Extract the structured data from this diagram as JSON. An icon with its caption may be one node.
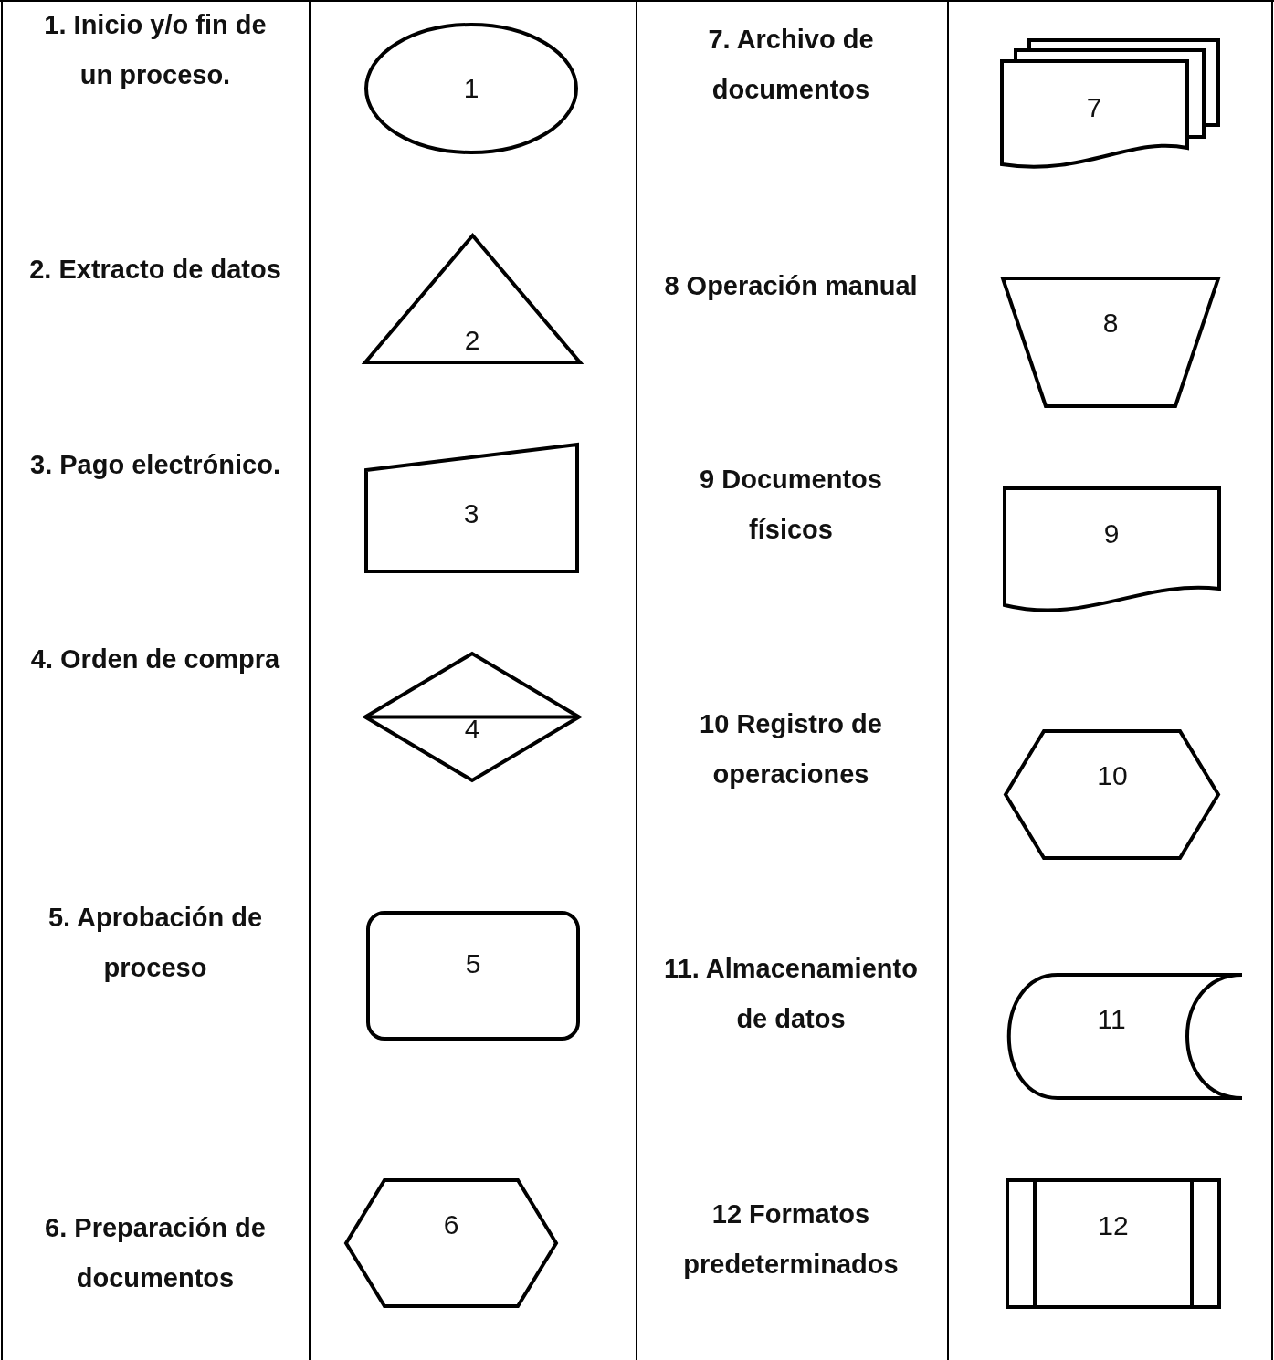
{
  "diagram": {
    "nodes": [
      {
        "text": [
          "1"
        ]
      },
      {
        "text": [
          "2"
        ]
      },
      {
        "text": [
          "3"
        ]
      },
      {
        "text": [
          "4"
        ]
      },
      {
        "text": [
          "5"
        ]
      },
      {
        "text": [
          "6"
        ]
      },
      {
        "text": [
          "7"
        ]
      },
      {
        "text": [
          "8"
        ]
      },
      {
        "text": [
          "9"
        ]
      },
      {
        "text": [
          "10"
        ]
      },
      {
        "text": [
          "11"
        ]
      },
      {
        "text": [
          "12"
        ]
      }
    ],
    "labels": [
      "1. Inicio y/o fin de un proceso.",
      "2. Extracto de datos",
      "3. Pago electrónico.",
      "4. Orden de compra",
      "5. Aprobación de proceso",
      "6. Preparación de documentos",
      "7. Archivo de documentos",
      "8 Operación manual",
      "9 Documentos físicos",
      "10 Registro de operaciones",
      "11. Almacenamiento de datos",
      "12 Formatos predeterminados"
    ]
  }
}
